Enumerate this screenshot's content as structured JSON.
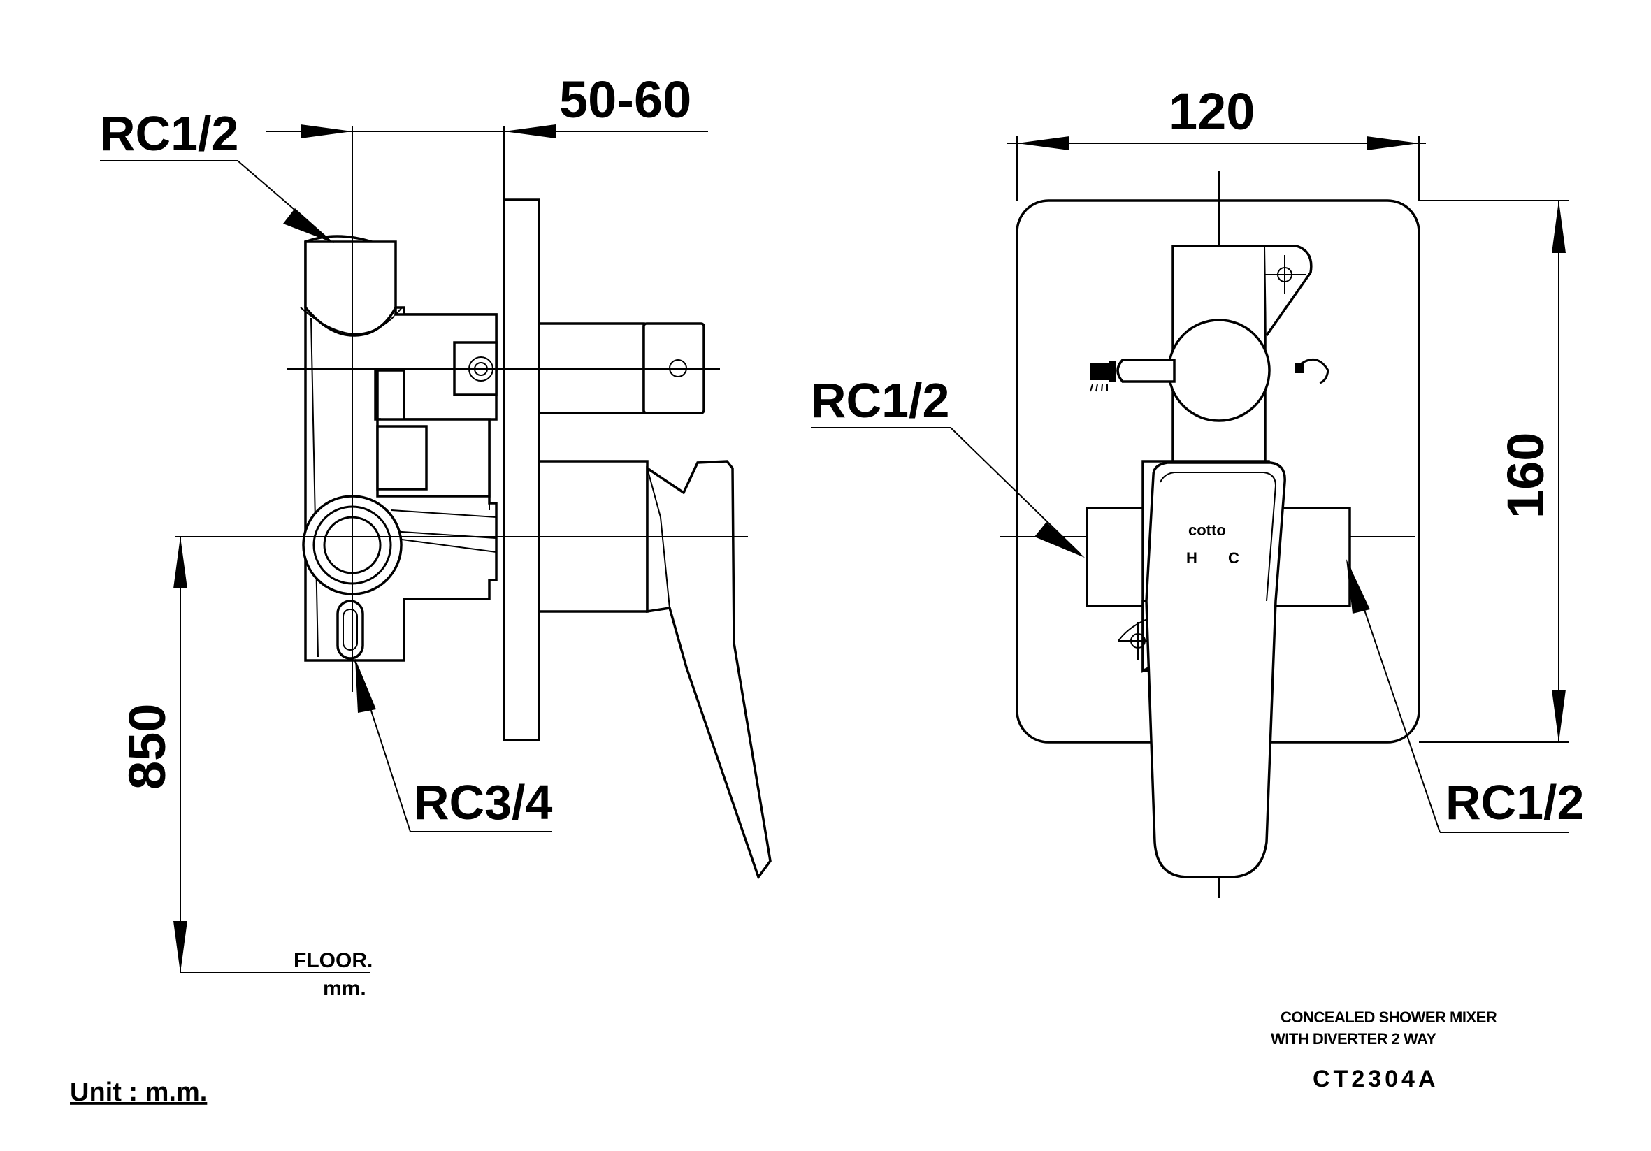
{
  "labels": {
    "dim_50_60": "50-60",
    "dim_120": "120",
    "dim_160": "160",
    "dim_850": "850",
    "side_top_inlet": "RC1/2",
    "side_bottom_outlet": "RC3/4",
    "front_left_inlet": "RC1/2",
    "front_right_inlet": "RC1/2",
    "floor": "FLOOR.",
    "mm": "mm.",
    "unit": "Unit : m.m.",
    "brand": "cotto",
    "hot": "H",
    "cold": "C"
  },
  "title_block": {
    "line1": "CONCEALED SHOWER MIXER",
    "line2": "WITH DIVERTER 2 WAY",
    "model": "CT2304A"
  },
  "icons": {
    "overhead_shower": "overhead-shower-icon",
    "hand_shower": "hand-shower-icon"
  }
}
